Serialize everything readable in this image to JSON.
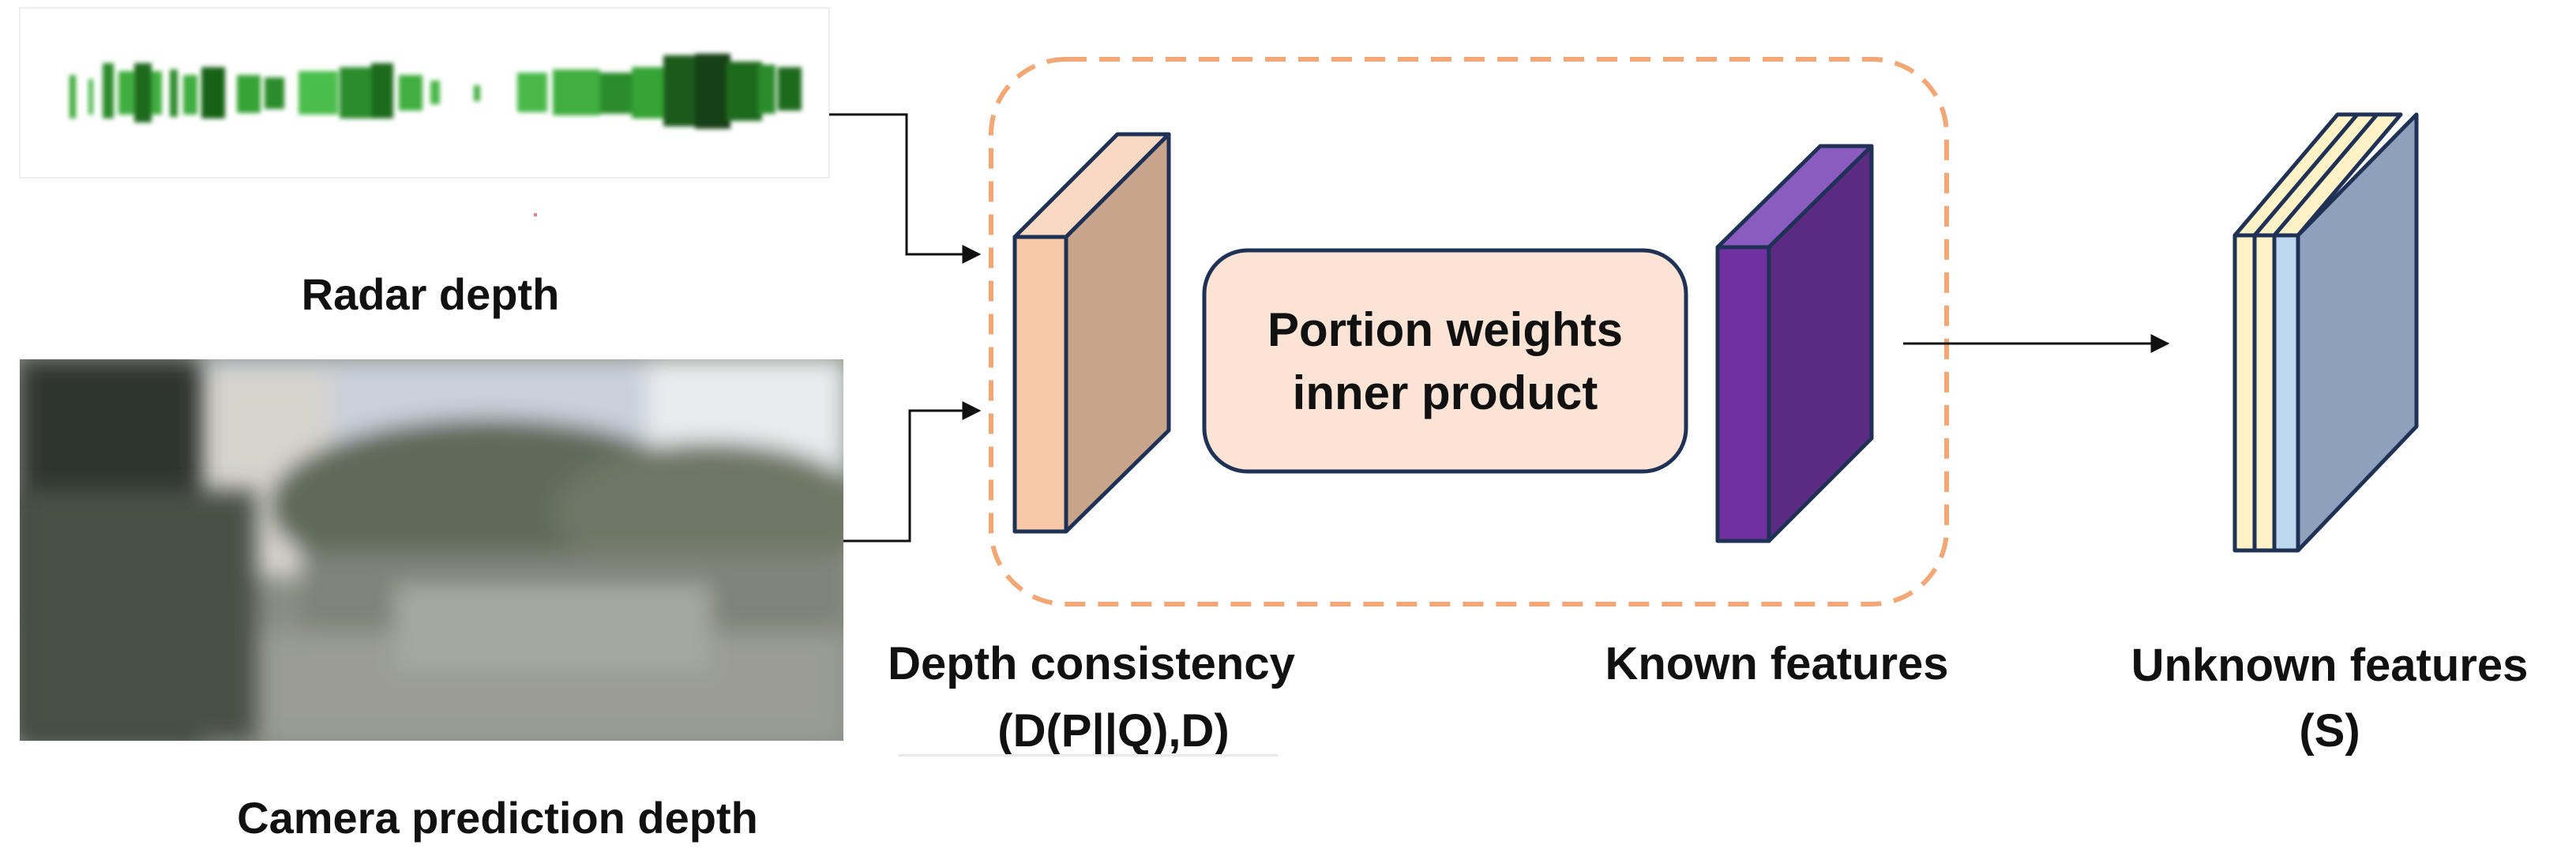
{
  "labels": {
    "radar_depth": "Radar depth",
    "camera_depth": "Camera prediction depth",
    "portion_line1": "Portion weights",
    "portion_line2": "inner product",
    "depth_consistency_line1": "Depth consistency",
    "depth_consistency_line2": "(D(P||Q),D)",
    "known_features": "Known features",
    "unknown_features_line1": "Unknown features",
    "unknown_features_line2": "(S)"
  },
  "colors": {
    "dashed_box": "#F2A774",
    "portion_box_fill": "#FBE3D6",
    "portion_box_stroke": "#1F3256",
    "depth_block_front": "#F6C8A8",
    "depth_block_side": "#C8A48A",
    "known_block_front": "#7030A0",
    "known_block_side": "#5B2A82",
    "unknown_block_front": "#8FA0BC",
    "unknown_slice_yellow": "#FFF2C6",
    "unknown_slice_blue": "#BDD7EE",
    "radar_green": "#2E9A2E",
    "arrow": "#111111"
  }
}
